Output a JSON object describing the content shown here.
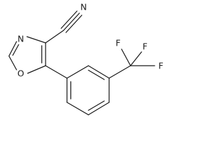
{
  "molecule": {
    "atoms": {
      "n_ring": "N",
      "o_ring": "O",
      "n_nitrile": "N",
      "f_top": "F",
      "f_right": "F",
      "f_left": "F"
    }
  },
  "colors": {
    "ink": "#1a1a1a",
    "background": "#ffffff"
  }
}
